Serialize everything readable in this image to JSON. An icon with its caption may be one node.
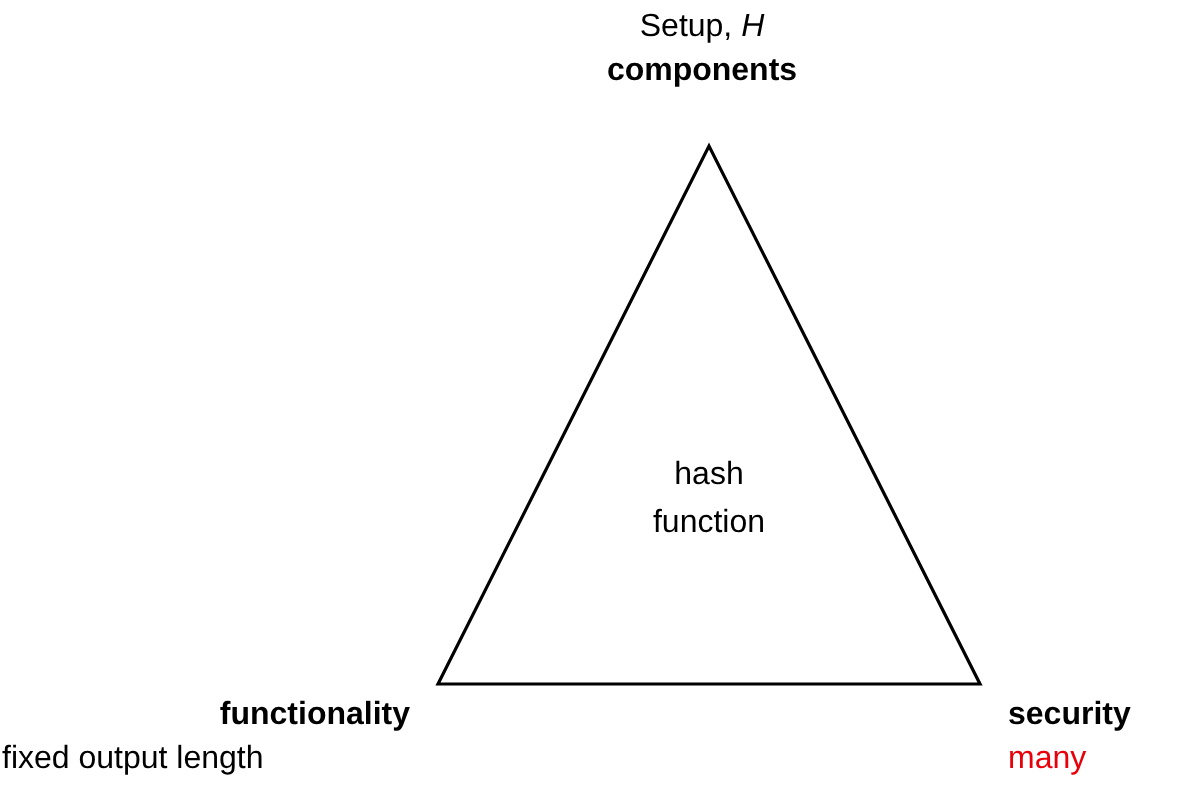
{
  "diagram": {
    "nodes": [
      {
        "text": [
          "hash function"
        ]
      }
    ],
    "labels": [
      "Setup, *H*",
      "components",
      "functionality",
      "fixed output length",
      "security",
      "many"
    ]
  }
}
